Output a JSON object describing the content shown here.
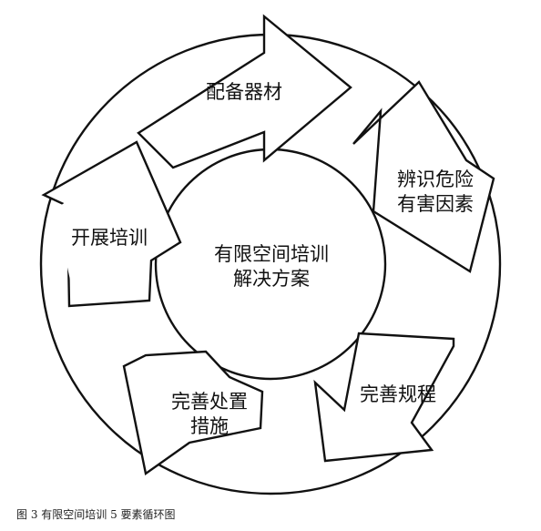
{
  "center": {
    "line1": "有限空间培训",
    "line2": "解决方案"
  },
  "steps": [
    {
      "line1": "配备器材",
      "line2": ""
    },
    {
      "line1": "辨识危险",
      "line2": "有害因素"
    },
    {
      "line1": "完善规程",
      "line2": ""
    },
    {
      "line1": "完善处置",
      "line2": "措施"
    },
    {
      "line1": "开展培训",
      "line2": ""
    }
  ],
  "caption": "图 3 有限空间培训 5 要素循环图",
  "colors": {
    "stroke": "#111111",
    "fill": "#ffffff",
    "text": "#111111"
  }
}
